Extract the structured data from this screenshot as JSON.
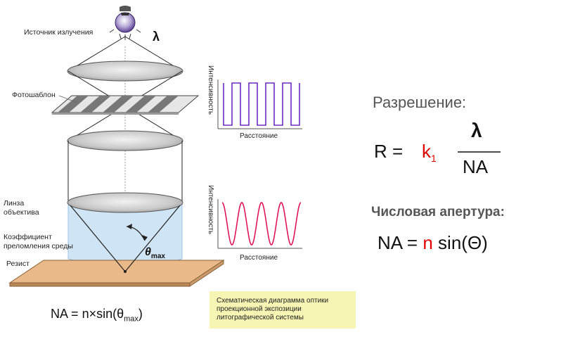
{
  "optics": {
    "labels": {
      "source": "Источник излучения",
      "lambda": "λ",
      "photomask": "Фотошаблон",
      "lens_line1": "Линза",
      "lens_line2": "объектива",
      "medium_line1": "Коэффициент",
      "medium_line2": "преломления среды",
      "resist": "Резист",
      "theta": "θ",
      "theta_sub": "max"
    },
    "bottom_formula": {
      "lhs": "NA",
      "eq": "=",
      "n": "n",
      "times": "×",
      "sin": "sin(",
      "theta": "θ",
      "sub": "max",
      "close": ")"
    }
  },
  "plots": [
    {
      "ylabel": "Интенсивность",
      "xlabel": "Расстояние",
      "color": "#6a2fc1",
      "shape": "square"
    },
    {
      "ylabel": "Интенсивность",
      "xlabel": "Расстояние",
      "color": "#e0145a",
      "shape": "sine"
    }
  ],
  "caption": {
    "line1": "Схематическая диаграмма оптики",
    "line2": "проекционной экспозиции",
    "line3": "литографической системы"
  },
  "resolution": {
    "title": "Разрешение:",
    "lhs": "R",
    "eq": "=",
    "k": "k",
    "k_sub": "1",
    "numerator": "λ",
    "denominator": "NA"
  },
  "aperture": {
    "title": "Числовая апертура:",
    "lhs": "NA",
    "eq": "=",
    "n": "n",
    "sin": "sin(Θ)"
  },
  "colors": {
    "accent_red": "#e00000",
    "medium_fill": "#cfe4f4",
    "resist_fill": "#e9b98a",
    "caption_fill": "#f7f5b4"
  }
}
